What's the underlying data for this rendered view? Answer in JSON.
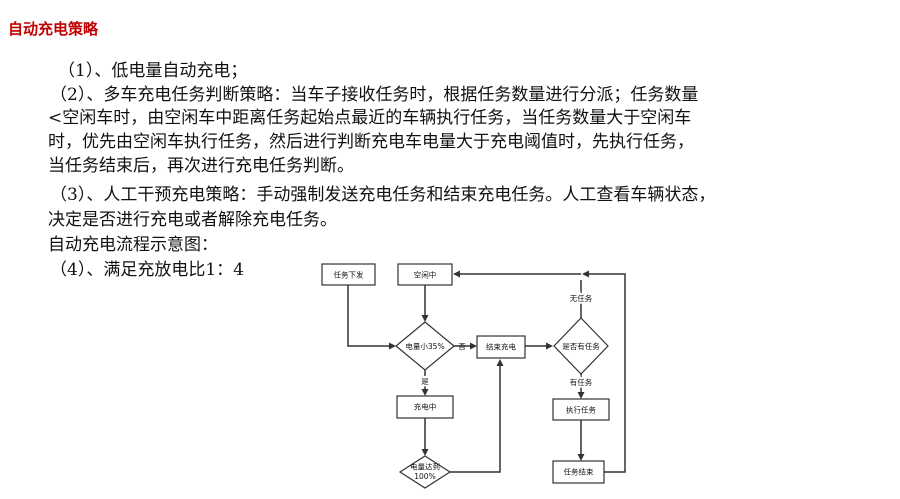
{
  "title": "自动充电策略",
  "lines": [
    "（1）、低电量自动充电；",
    "（2）、多车充电任务判断策略：当车子接收任务时，根据任务数量进行分派；任务数量",
    "<空闲车时，由空闲车中距离任务起始点最近的车辆执行任务，当任务数量大于空闲车",
    "时，优先由空闲车执行任务，然后进行判断充电车电量大于充电阈值时，先执行任务，",
    "当任务结束后，再次进行充电任务判断。",
    "（3）、人工干预充电策略：手动强制发送充电任务和结束充电任务。人工查看车辆状态，",
    "决定是否进行充电或者解除充电任务。",
    "自动充电流程示意图：",
    "（4）、满足充放电比1：4"
  ],
  "flow": {
    "task_dispatch": "任务下发",
    "idle": "空闲中",
    "battery_below": "电量小35%",
    "no": "否",
    "end_charge": "结束充电",
    "has_task": "是否有任务",
    "no_task": "无任务",
    "yes": "是",
    "has_task_label": "有任务",
    "charging": "充电中",
    "execute_task": "执行任务",
    "battery_full_1": "电量达到",
    "battery_full_2": "100%",
    "task_end": "任务结束"
  }
}
